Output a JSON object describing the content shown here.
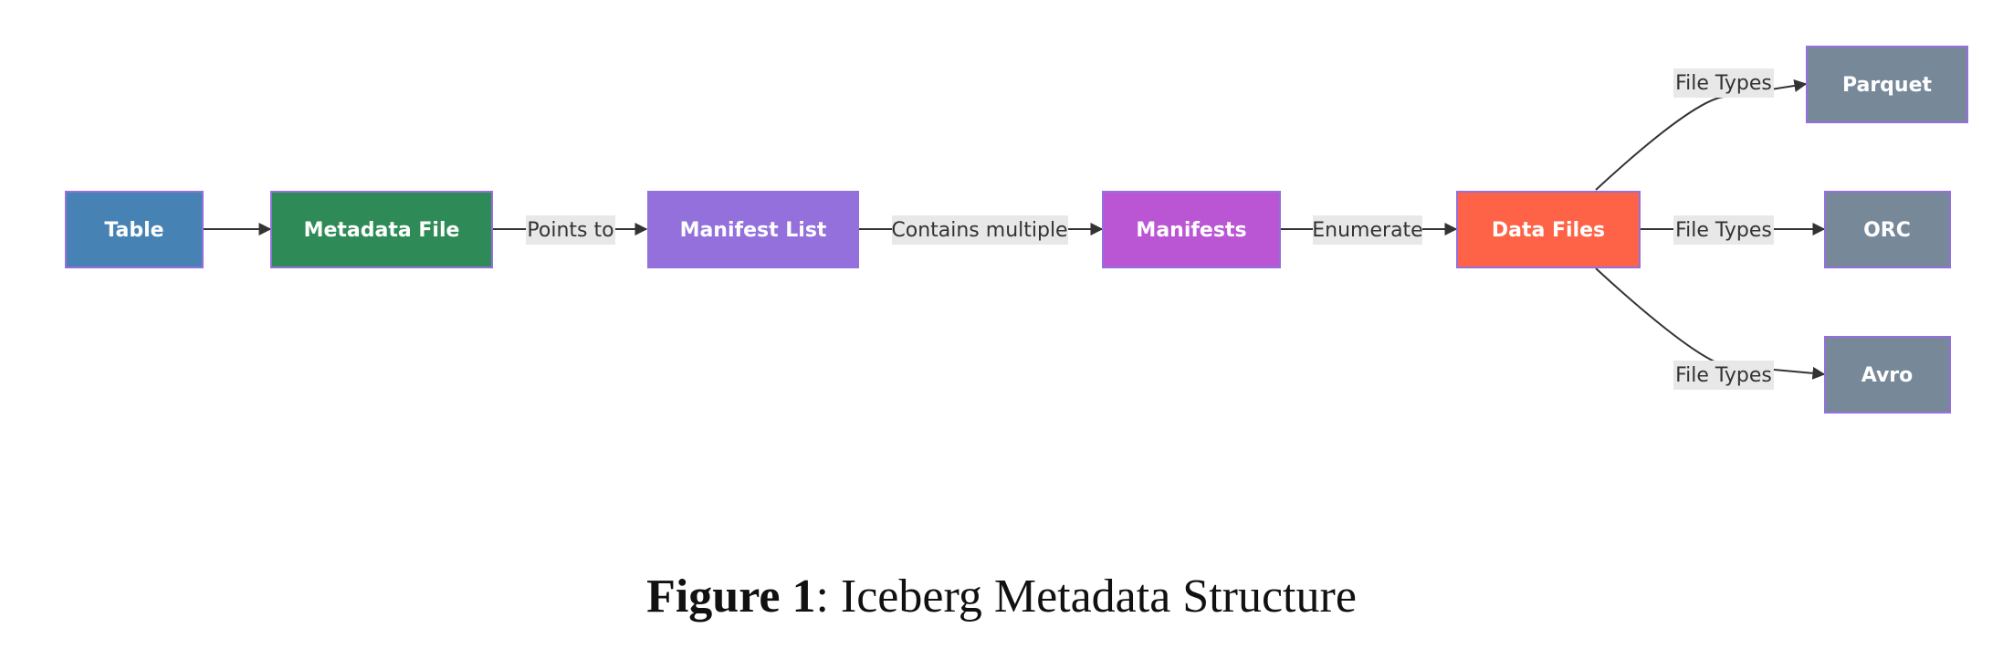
{
  "nodes": {
    "table": {
      "label": "Table",
      "color": "#4682b4"
    },
    "metadata_file": {
      "label": "Metadata File",
      "color": "#2e8b57"
    },
    "manifest_list": {
      "label": "Manifest List",
      "color": "#9370db"
    },
    "manifests": {
      "label": "Manifests",
      "color": "#ba55d3"
    },
    "data_files": {
      "label": "Data Files",
      "color": "#ff6347"
    },
    "parquet": {
      "label": "Parquet",
      "color": "#778899"
    },
    "orc": {
      "label": "ORC",
      "color": "#778899"
    },
    "avro": {
      "label": "Avro",
      "color": "#778899"
    }
  },
  "edges": {
    "points_to": "Points to",
    "contains_multiple": "Contains multiple",
    "enumerate": "Enumerate",
    "file_types_parquet": "File Types",
    "file_types_orc": "File Types",
    "file_types_avro": "File Types"
  },
  "caption": {
    "bold": "Figure 1",
    "rest": ": Iceberg Metadata Structure"
  },
  "colors": {
    "node_border": "#9370db",
    "edge": "#333333",
    "edge_label_bg": "#e8e8e8"
  }
}
